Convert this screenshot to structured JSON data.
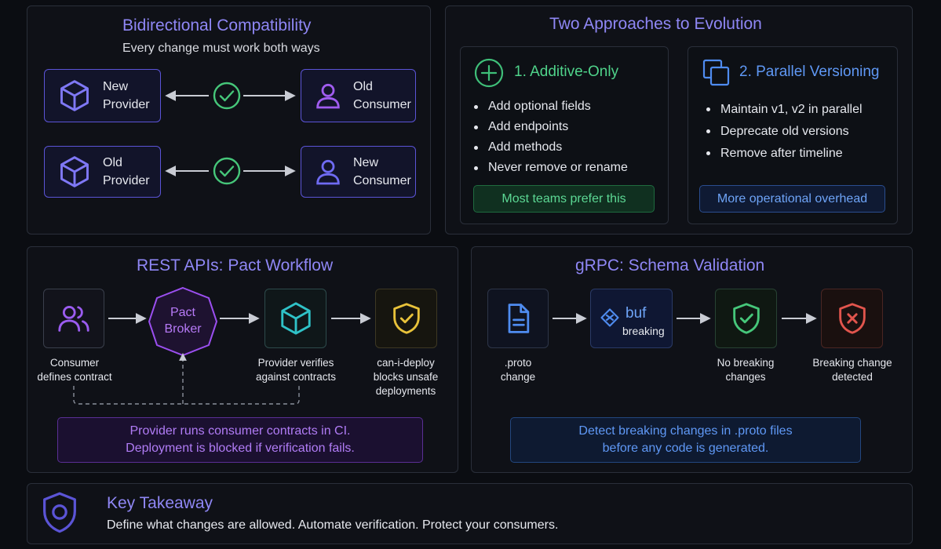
{
  "bidirectional": {
    "title": "Bidirectional Compatibility",
    "subtitle": "Every change must work both ways",
    "row1": {
      "left": "New\nProvider",
      "right": "Old\nConsumer"
    },
    "row2": {
      "left": "Old\nProvider",
      "right": "New\nConsumer"
    }
  },
  "evolution": {
    "title": "Two Approaches to Evolution",
    "additive": {
      "title": "1. Additive-Only",
      "items": [
        "Add optional fields",
        "Add endpoints",
        "Add methods",
        "Never remove or rename"
      ],
      "note": "Most teams prefer this"
    },
    "parallel": {
      "title": "2. Parallel Versioning",
      "items": [
        "Maintain v1, v2 in parallel",
        "Deprecate old versions",
        "Remove after timeline"
      ],
      "note": "More operational overhead"
    }
  },
  "pact": {
    "title": "REST APIs: Pact Workflow",
    "broker_label": "Pact\nBroker",
    "consumer_caption": "Consumer\ndefines contract",
    "provider_caption": "Provider verifies\nagainst contracts",
    "deploy_caption": "can-i-deploy\nblocks unsafe\ndeployments",
    "note_line1": "Provider runs consumer contracts in CI.",
    "note_line2": "Deployment is blocked if verification fails."
  },
  "grpc": {
    "title": "gRPC: Schema Validation",
    "proto_caption": ".proto\nchange",
    "buf_label": "buf",
    "buf_sub": "breaking",
    "ok_caption": "No breaking\nchanges",
    "bad_caption": "Breaking change\ndetected",
    "note_line1": "Detect breaking changes in .proto files",
    "note_line2": "before any code is generated."
  },
  "takeaway": {
    "title": "Key Takeaway",
    "text": "Define what changes are allowed. Automate verification. Protect your consumers."
  },
  "colors": {
    "accent": "#8f87f5",
    "green": "#46c77a",
    "blue": "#4f8cf0",
    "teal": "#2fc2c7",
    "yellow": "#e8c23a",
    "red": "#e2554d",
    "purple": "#a05cf0"
  }
}
